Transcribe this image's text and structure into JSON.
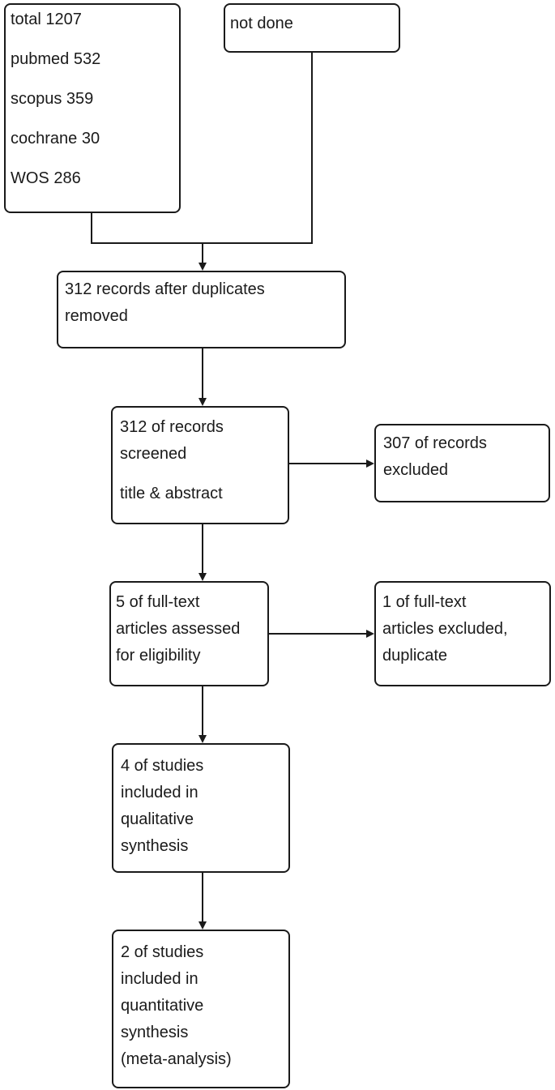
{
  "colors": {
    "line": "#1a1a1a",
    "background": "#ffffff"
  },
  "boxes": {
    "sources": {
      "lines": [
        "total 1207",
        "pubmed 532",
        "scopus 359",
        "cochrane 30",
        "WOS 286"
      ]
    },
    "not_done": {
      "lines": [
        "not done"
      ]
    },
    "after_duplicates": {
      "lines": [
        "312 records after duplicates",
        "removed"
      ]
    },
    "screened": {
      "lines": [
        "312 of records",
        "screened",
        "title & abstract"
      ]
    },
    "records_excluded": {
      "lines": [
        "307 of records",
        "excluded"
      ]
    },
    "fulltext_assessed": {
      "lines": [
        "5 of full-text",
        "articles assessed",
        "for eligibility"
      ]
    },
    "fulltext_excluded": {
      "lines": [
        "1 of full-text",
        "articles excluded,",
        "duplicate"
      ]
    },
    "qualitative": {
      "lines": [
        "4 of studies",
        "included in",
        "qualitative",
        "synthesis"
      ]
    },
    "quantitative": {
      "lines": [
        "2 of studies",
        "included in",
        "quantitative",
        "synthesis",
        "(meta-analysis)"
      ]
    }
  }
}
